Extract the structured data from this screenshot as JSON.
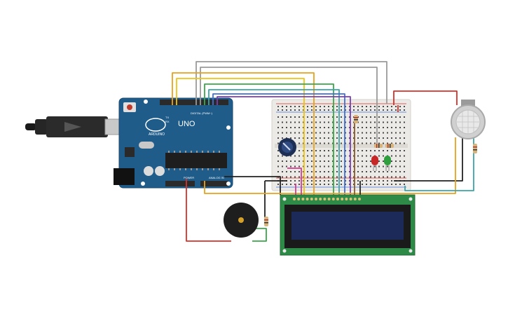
{
  "board": {
    "name": "UNO",
    "brand": "ARDUINO",
    "digital_label": "DIGITAL (PWM~)",
    "power_label": "POWER",
    "analog_label": "ANALOG IN",
    "tx_label": "TX",
    "rx_label": "RX"
  },
  "colors": {
    "board": "#1f5c8a",
    "breadboard": "#eceae6",
    "lcd_pcb": "#2e8a47",
    "lcd_screen": "#1c2a5a",
    "wire_red": "#d6322a",
    "wire_black": "#222222",
    "wire_orange": "#e8a21c",
    "wire_yellow": "#f1c40f",
    "wire_green": "#3aa84a",
    "wire_teal": "#3aa6a8",
    "wire_blue": "#3f6fd8",
    "wire_purple": "#7a3fb2",
    "wire_gray": "#9a9a9a",
    "wire_pink": "#d63a8f"
  },
  "components": [
    {
      "name": "usb-cable",
      "icon": "usb-plug"
    },
    {
      "name": "arduino-uno",
      "icon": "microcontroller"
    },
    {
      "name": "breadboard",
      "icon": "breadboard"
    },
    {
      "name": "potentiometer",
      "icon": "knob"
    },
    {
      "name": "gas-sensor",
      "icon": "sensor"
    },
    {
      "name": "red-led",
      "icon": "led"
    },
    {
      "name": "green-led",
      "icon": "led"
    },
    {
      "name": "piezo-buzzer",
      "icon": "buzzer"
    },
    {
      "name": "lcd-16x2",
      "icon": "lcd"
    }
  ]
}
